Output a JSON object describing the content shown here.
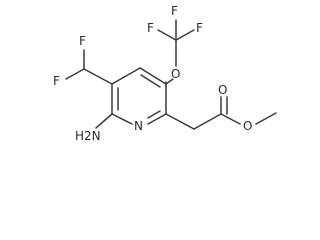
{
  "molecule": {
    "atoms": {
      "f_top_left": "F",
      "f_top_mid": "F",
      "f_top_right": "F",
      "o_ether": "O",
      "f_left_upper": "F",
      "f_left_lower": "F",
      "n_ring": "N",
      "nh2": "H2N",
      "o_carbonyl": "O",
      "o_ester": "O"
    }
  }
}
